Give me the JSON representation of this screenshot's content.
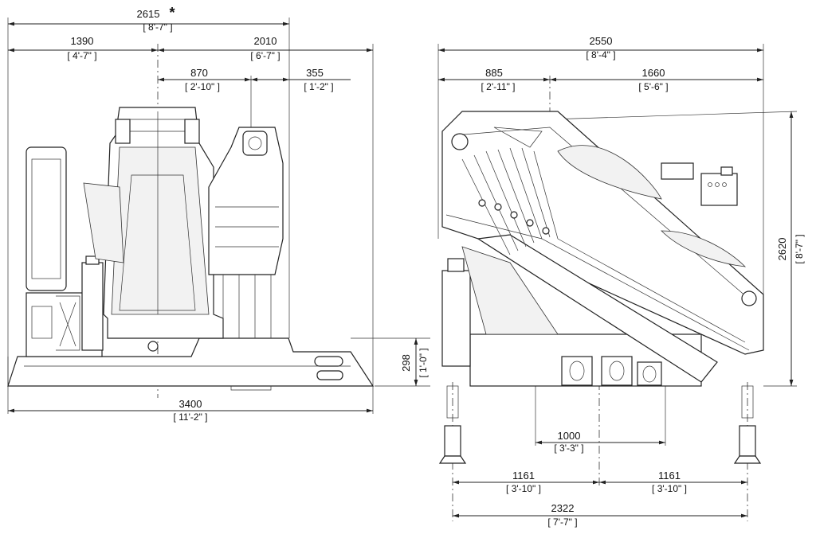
{
  "drawing": {
    "side_view": {
      "overall_top": {
        "value": "2615",
        "mark": "*",
        "imperial": "[ 8'-7\" ]"
      },
      "left_part": {
        "value": "1390",
        "imperial": "[ 4'-7\" ]"
      },
      "right_part": {
        "value": "2010",
        "imperial": "[ 6'-7\" ]"
      },
      "center_offset": {
        "value": "870",
        "imperial": "[ 2'-10\" ]"
      },
      "right_small": {
        "value": "355",
        "imperial": "[ 1'-2\" ]"
      },
      "base_length": {
        "value": "3400",
        "imperial": "[ 11'-2\" ]"
      },
      "base_height": {
        "value": "298",
        "imperial": "[ 1'-0\" ]"
      }
    },
    "front_view": {
      "overall_top": {
        "value": "2550",
        "imperial": "[ 8'-4\" ]"
      },
      "left_part": {
        "value": "885",
        "imperial": "[ 2'-11\" ]"
      },
      "right_part": {
        "value": "1660",
        "imperial": "[ 5'-6\" ]"
      },
      "height": {
        "value": "2620",
        "imperial": "[ 8'-7\" ]"
      },
      "center_width": {
        "value": "1000",
        "imperial": "[ 3'-3\" ]"
      },
      "left_half_span": {
        "value": "1161",
        "imperial": "[ 3'-10\" ]"
      },
      "right_half_span": {
        "value": "1161",
        "imperial": "[ 3'-10\" ]"
      },
      "outrigger_span": {
        "value": "2322",
        "imperial": "[ 7'-7\" ]"
      }
    }
  }
}
